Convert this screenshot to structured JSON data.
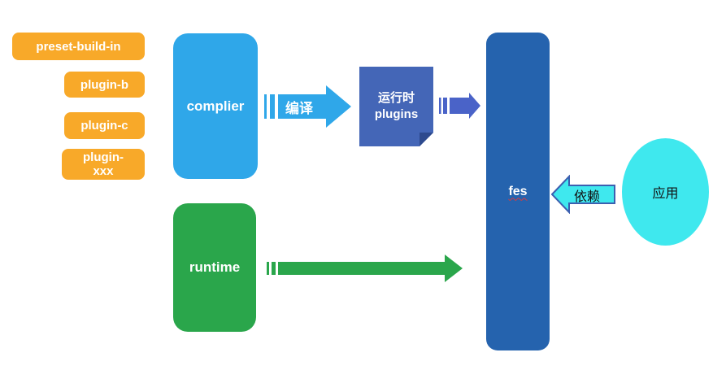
{
  "nodes": {
    "preset": {
      "label": "preset-build-in"
    },
    "plugin_b": {
      "label": "plugin-b"
    },
    "plugin_c": {
      "label": "plugin-c"
    },
    "plugin_xxx": {
      "label": "plugin-\nxxx"
    },
    "compiler": {
      "label": "complier"
    },
    "runtime": {
      "label": "runtime"
    },
    "runtime_plugins": {
      "label": "运行时\nplugins"
    },
    "fes": {
      "label": "fes"
    },
    "app": {
      "label": "应用"
    }
  },
  "arrows": {
    "compile": {
      "label": "编译"
    },
    "depends": {
      "label": "依赖"
    }
  },
  "colors": {
    "plugin_orange": "#F8A929",
    "compiler_blue": "#2FA7E9",
    "runtime_green": "#2AA64B",
    "note_blue": "#4466B7",
    "note_fold": "#2E4A8E",
    "fes_blue": "#2563AE",
    "small_arrow_blue": "#4A63C8",
    "cyan": "#3FE8EE",
    "depends_border": "#3C5FB0",
    "background": "#FFFFFF",
    "spellcheck_red": "#E03A3A"
  }
}
